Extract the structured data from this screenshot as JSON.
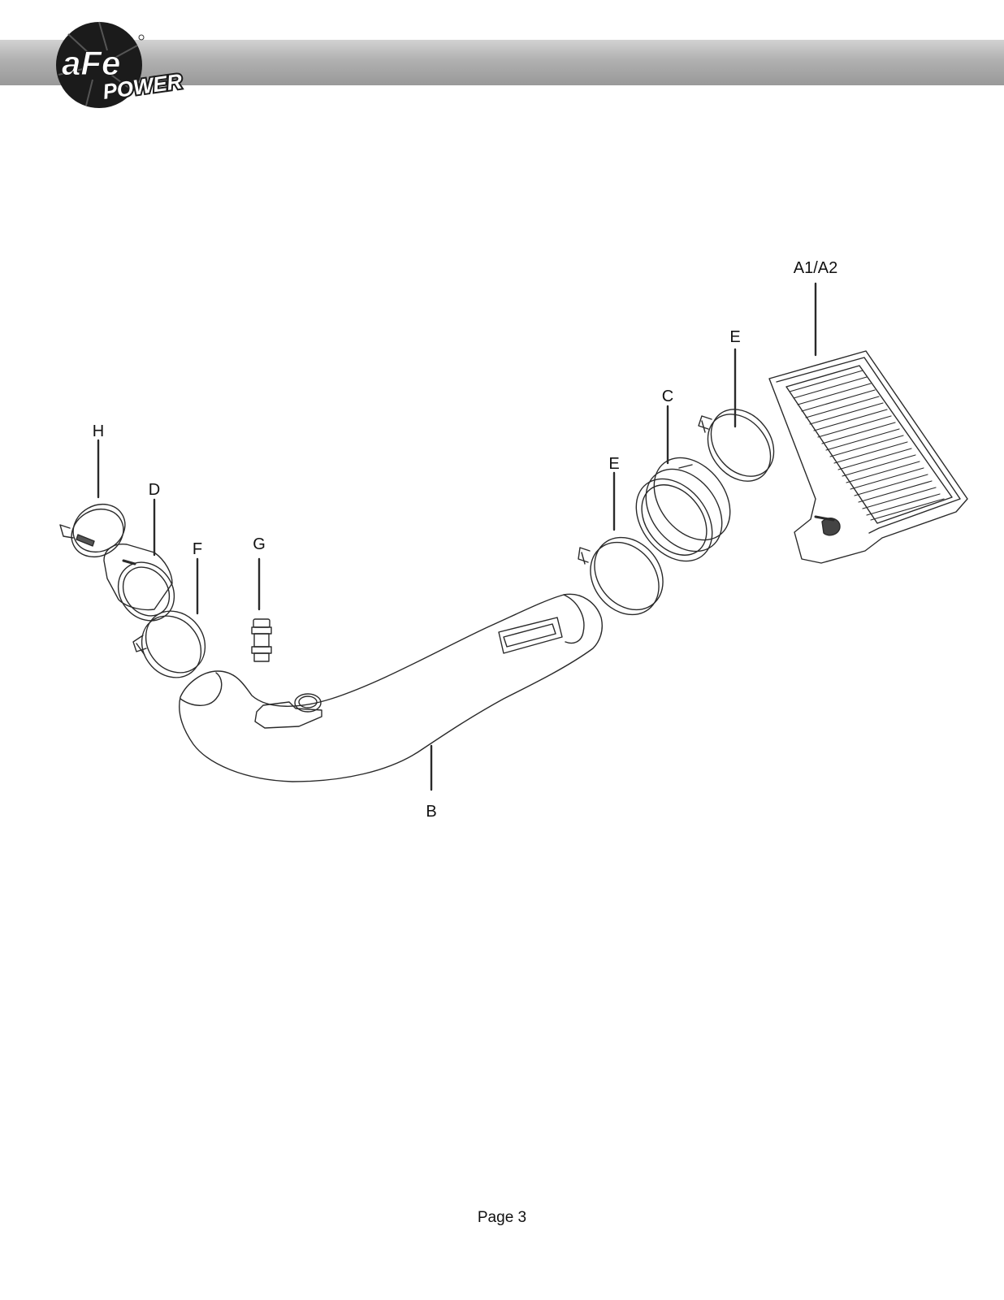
{
  "header": {
    "logo_text": "aFe",
    "logo_subtext": "POWER"
  },
  "diagram": {
    "parts": [
      {
        "label": "A1/A2"
      },
      {
        "label": "E"
      },
      {
        "label": "C"
      },
      {
        "label": "E"
      },
      {
        "label": "H"
      },
      {
        "label": "D"
      },
      {
        "label": "F"
      },
      {
        "label": "G"
      },
      {
        "label": "B"
      }
    ]
  },
  "footer": {
    "page_label": "Page 3"
  }
}
